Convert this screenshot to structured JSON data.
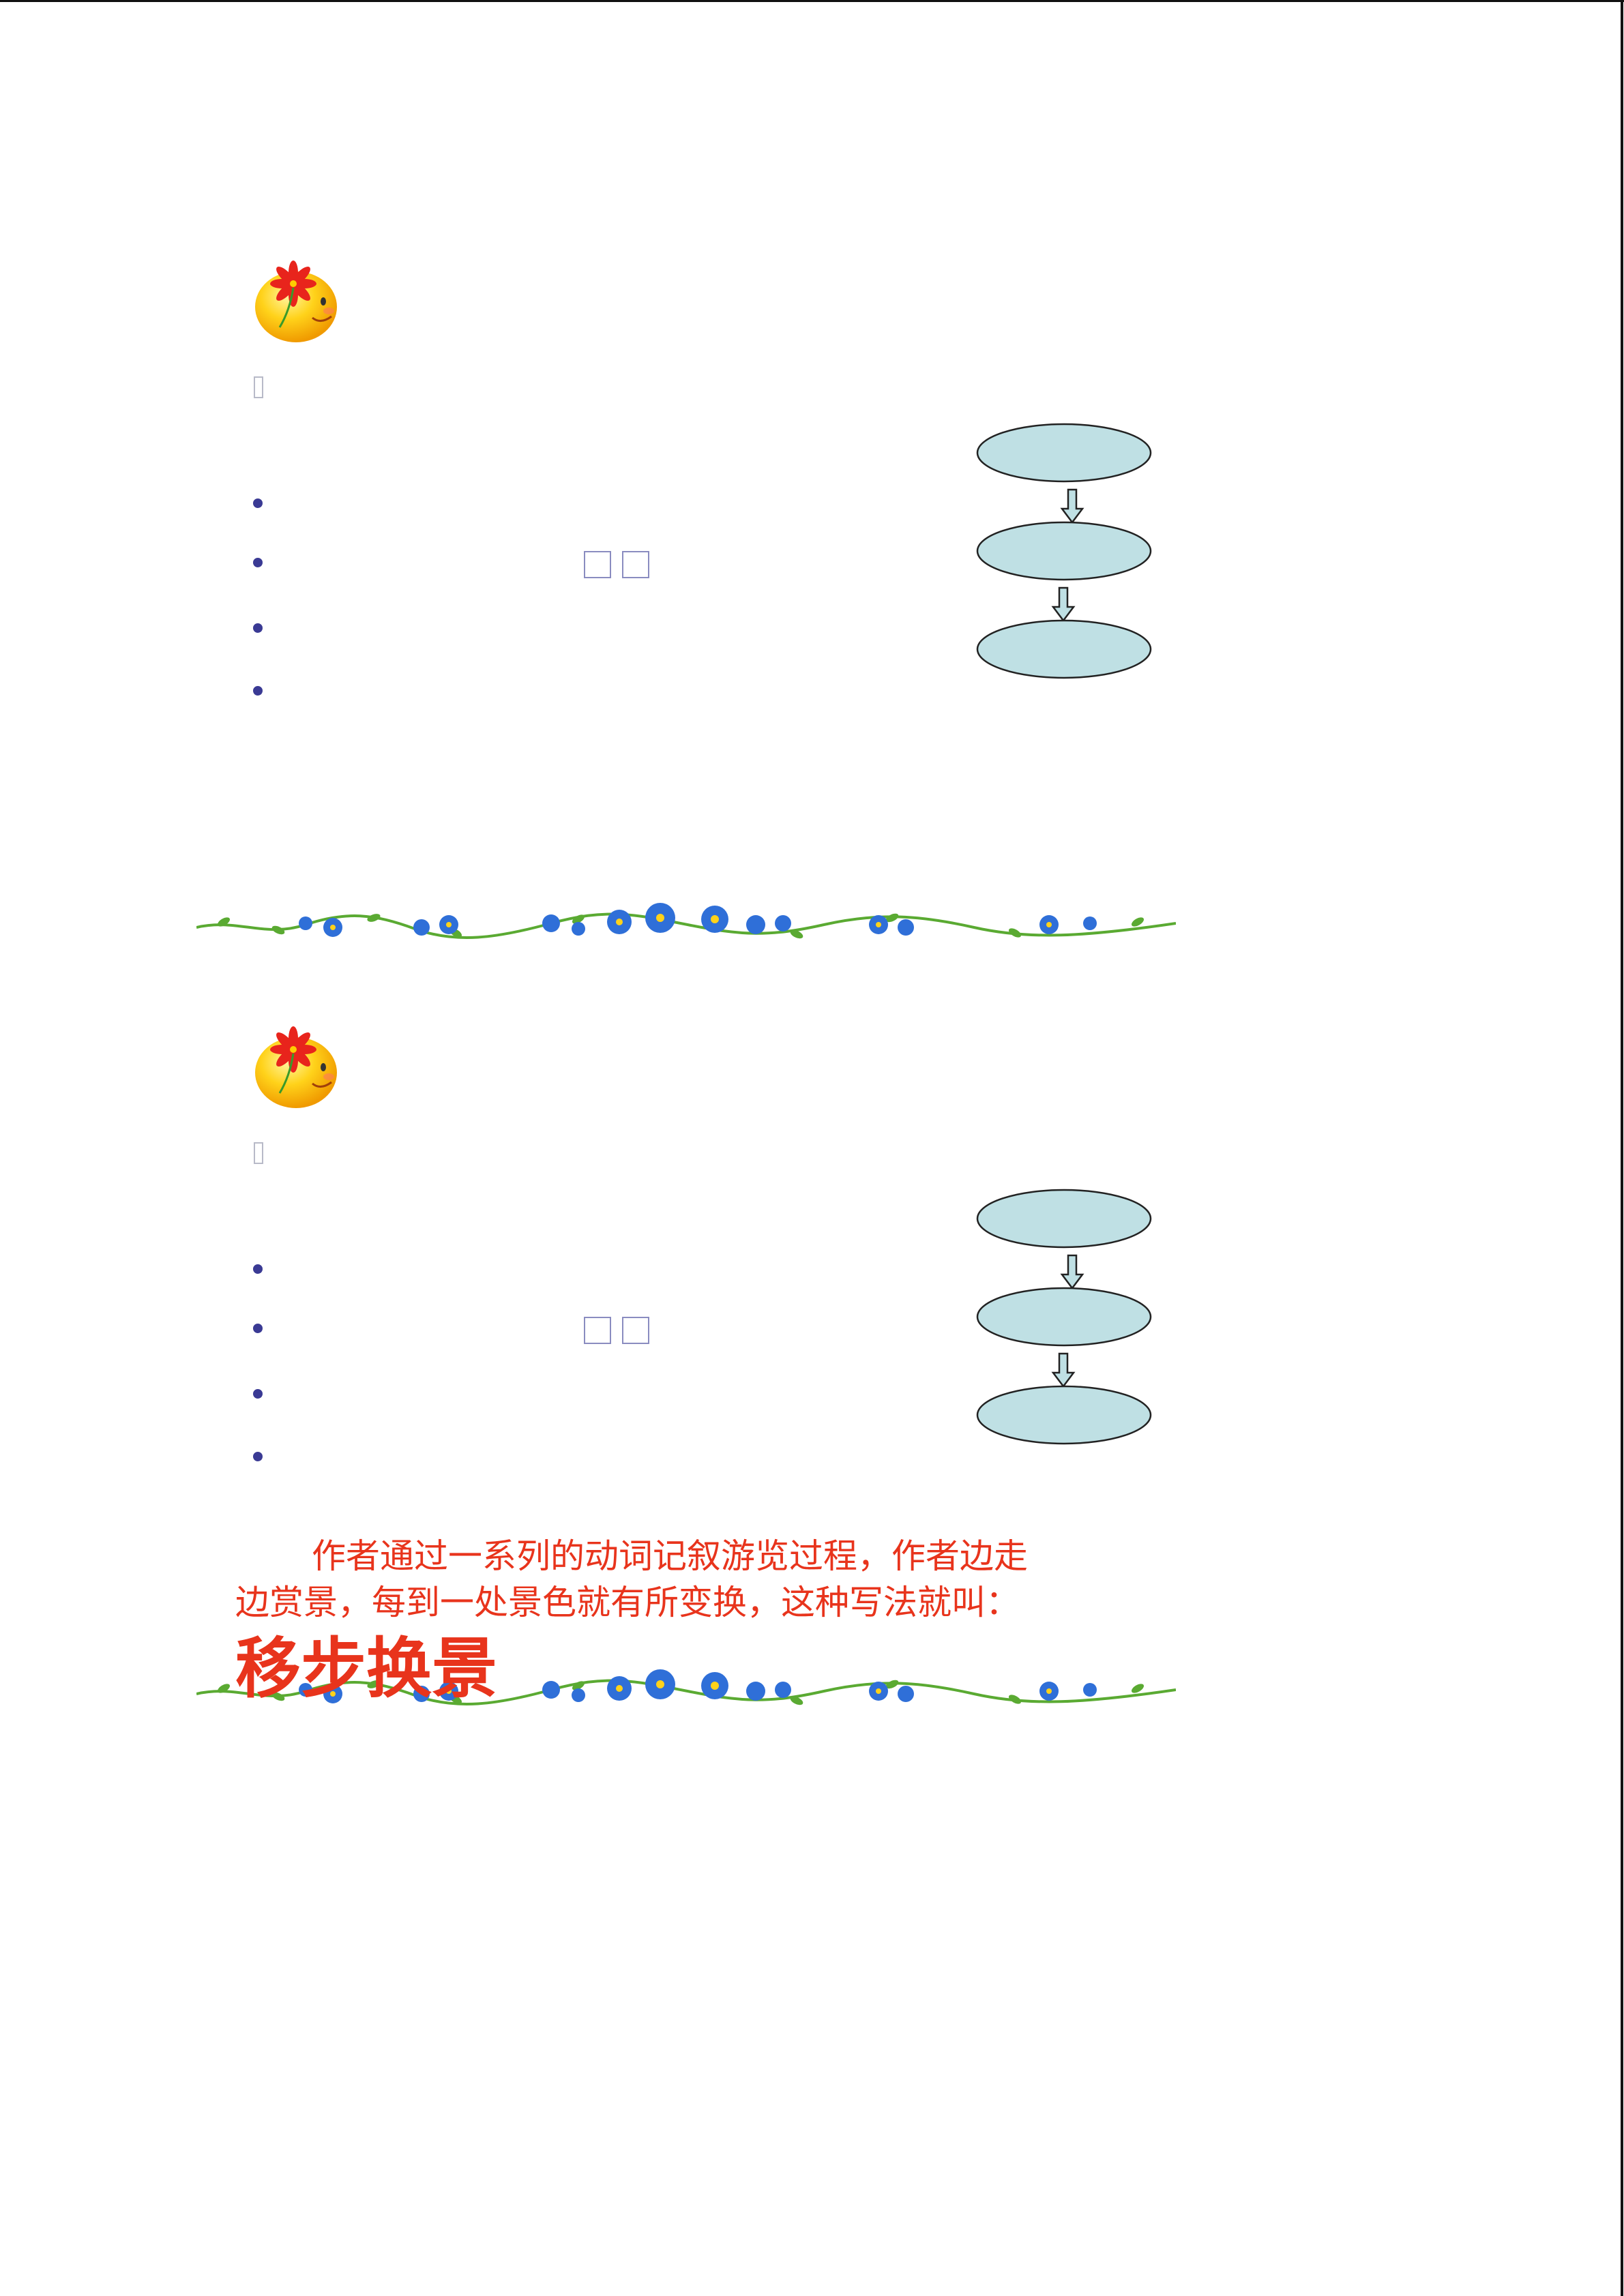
{
  "caption": {
    "line1": "作者通过一系列的动词记叙游览过程，作者边走",
    "line2": "边赏景，每到一处景色就有所变换，这种写法就叫："
  },
  "highlight_term": "移步换景",
  "colors": {
    "caption_text": "#e8341c",
    "bullet": "#3a3a94",
    "flow_fill": "#bfe0e4",
    "flow_stroke": "#222222",
    "vine_leaf": "#5aaa32",
    "vine_flower": "#2f6fd8"
  },
  "icons": [
    "flower-smiley-icon",
    "flower-vine-border"
  ]
}
